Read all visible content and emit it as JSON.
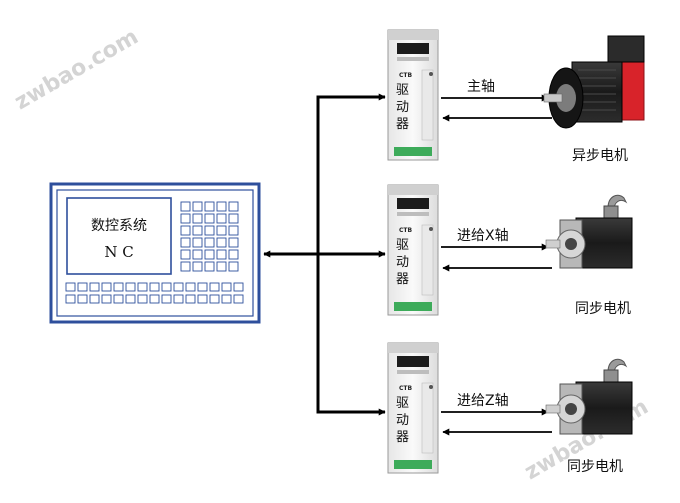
{
  "watermark": "zwbao.com",
  "controller": {
    "title": "数控系统",
    "subtitle": "N C"
  },
  "drives": [
    {
      "brand": "CTB",
      "label": [
        "驱",
        "动",
        "器"
      ],
      "axis_label": "主轴",
      "motor_label": "异步电机"
    },
    {
      "brand": "CTB",
      "label": [
        "驱",
        "动",
        "器"
      ],
      "axis_label": "进给X轴",
      "motor_label": "同步电机"
    },
    {
      "brand": "CTB",
      "label": [
        "驱",
        "动",
        "器"
      ],
      "axis_label": "进给Z轴",
      "motor_label": "同步电机"
    }
  ],
  "colors": {
    "frame_blue": "#2e4f9c",
    "arrow": "#000000",
    "drive_body": "#f2f2f2",
    "drive_display": "#1c1c1c",
    "drive_terminals": "#3dab5a",
    "spindle_motor_accent": "#d8232a",
    "motor_body": "#1e1e1e"
  }
}
